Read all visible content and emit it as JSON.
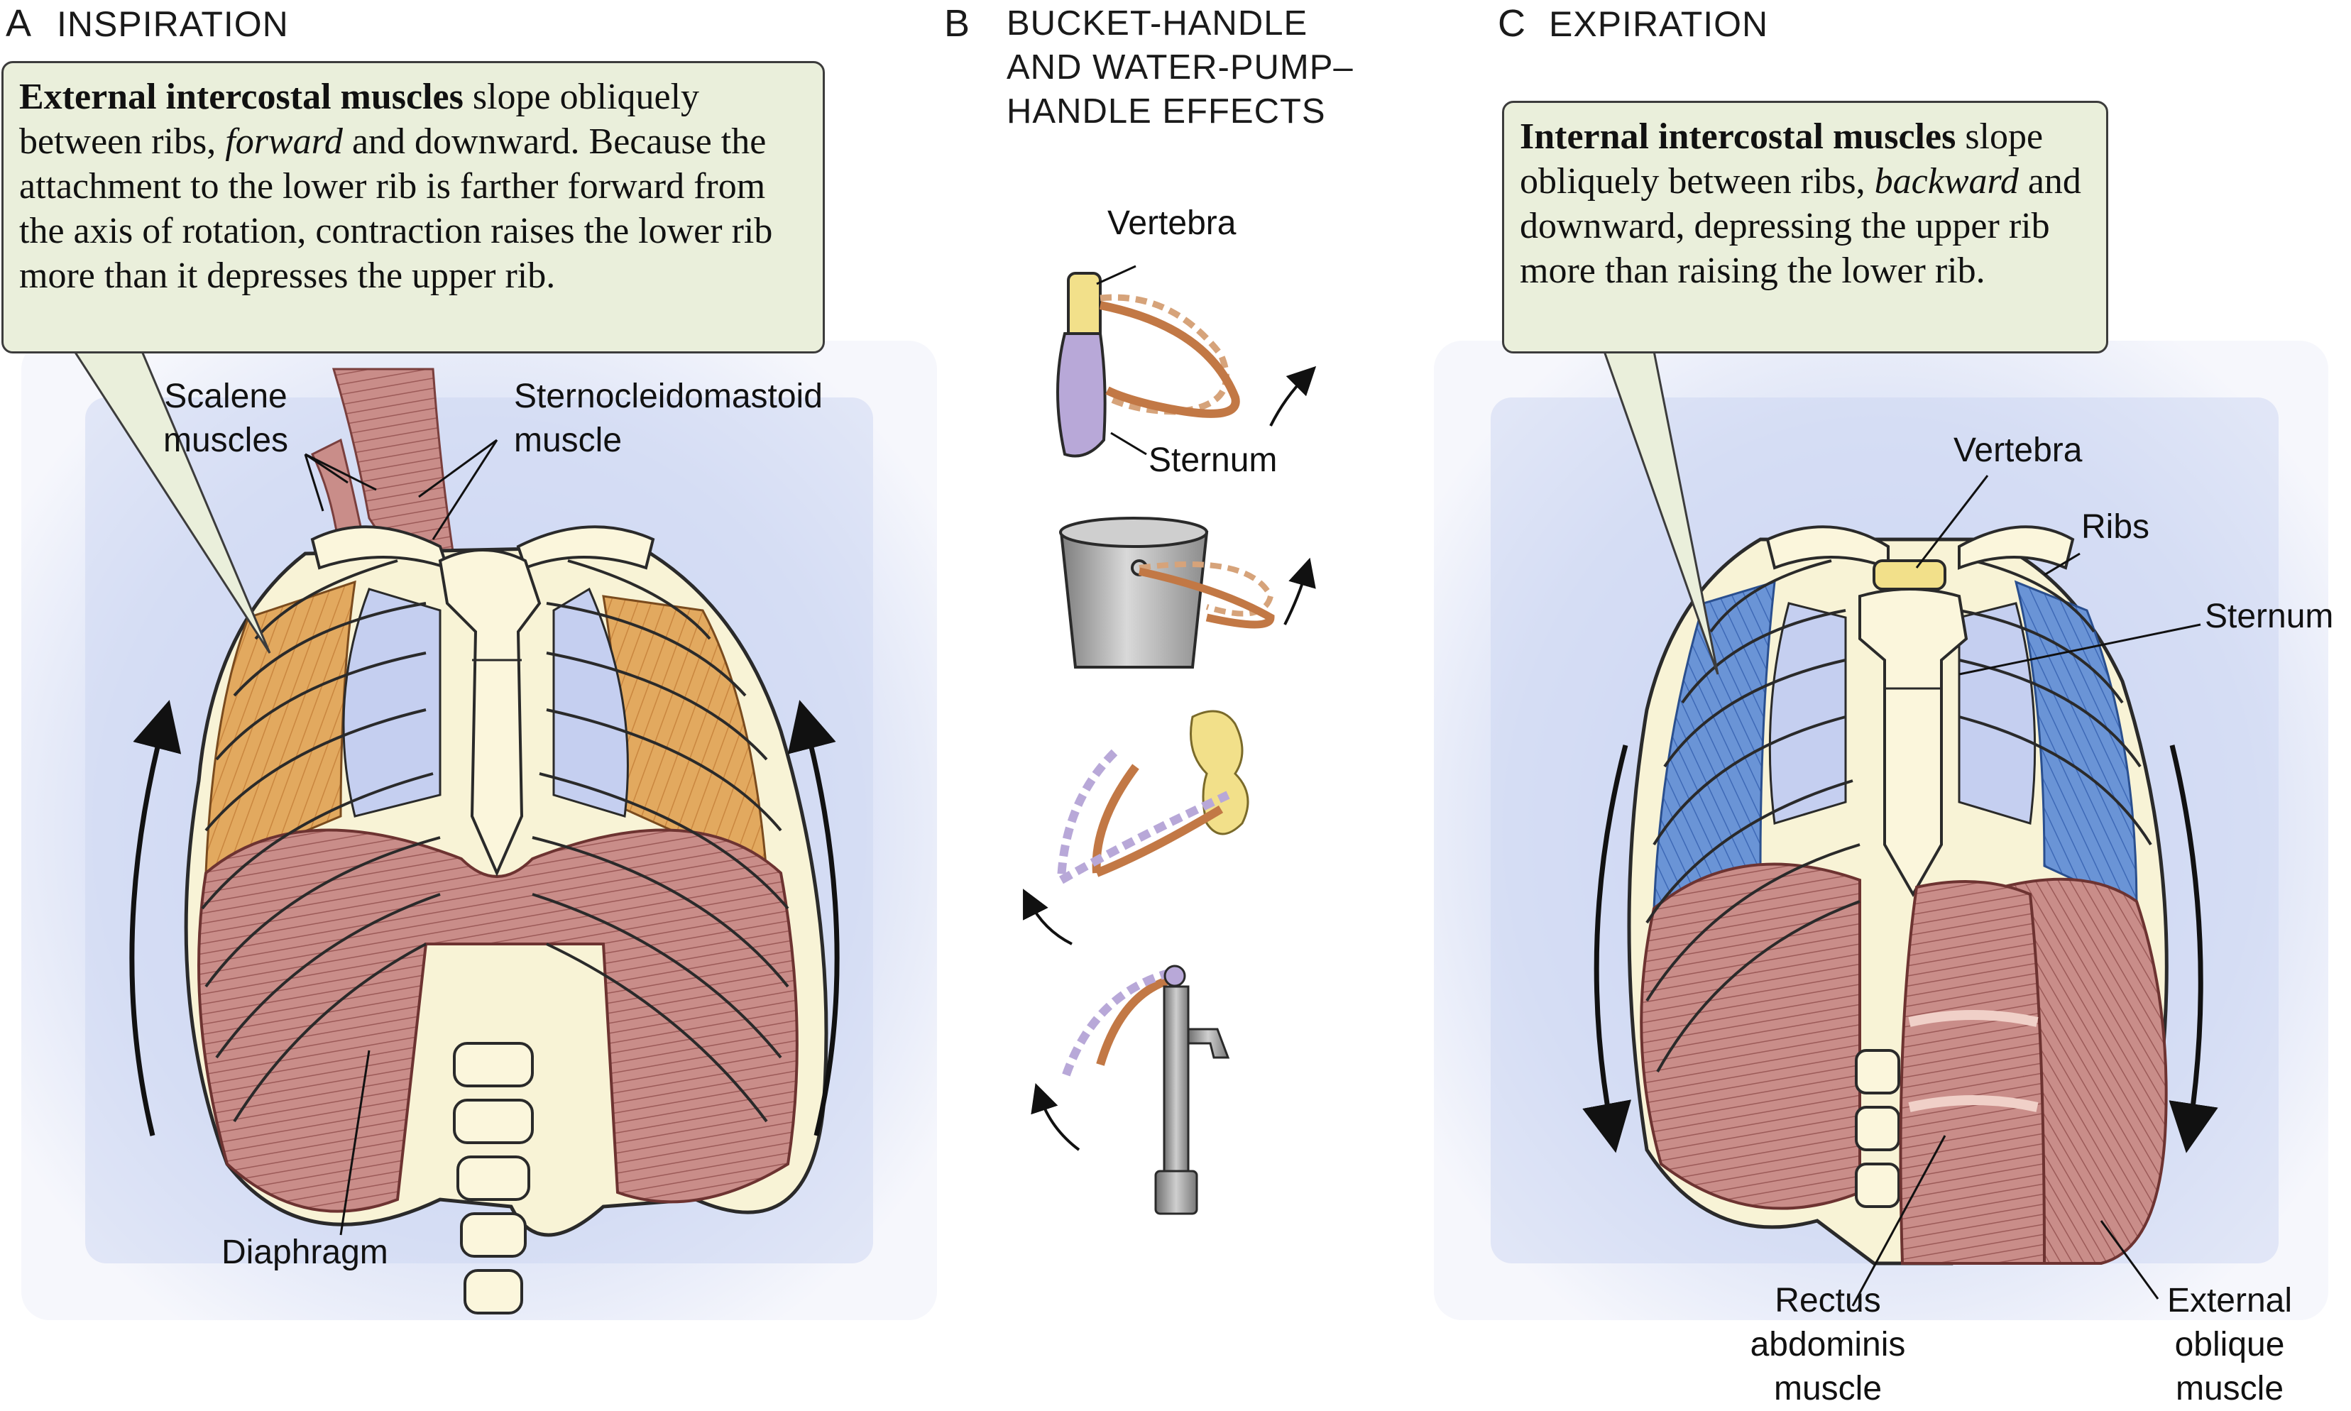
{
  "panels": {
    "a": {
      "letter": "A",
      "title": "INSPIRATION",
      "caption_bold": "External intercostal muscles",
      "caption_pre": " slope obliquely between ribs, ",
      "caption_italic": "forward",
      "caption_post": " and downward. Because the attachment to the lower rib is farther forward from the axis of rotation, contraction raises the lower rib more than it depresses the upper rib.",
      "labels": {
        "scalene_1": "Scalene",
        "scalene_2": "muscles",
        "scm_1": "Sternocleidomastoid",
        "scm_2": "muscle",
        "diaphragm": "Diaphragm"
      }
    },
    "b": {
      "letter": "B",
      "title_1": "BUCKET-HANDLE",
      "title_2": "AND WATER-PUMP–",
      "title_3": "HANDLE  EFFECTS",
      "labels": {
        "vertebra": "Vertebra",
        "sternum": "Sternum"
      }
    },
    "c": {
      "letter": "C",
      "title": "EXPIRATION",
      "caption_bold": "Internal intercostal muscles",
      "caption_pre": " slope obliquely between ribs, ",
      "caption_italic": "backward",
      "caption_post": " and downward, depressing the upper rib more than raising the lower rib.",
      "labels": {
        "vertebra": "Vertebra",
        "ribs": "Ribs",
        "sternum": "Sternum",
        "rectus_1": "Rectus",
        "rectus_2": "abdominis",
        "rectus_3": "muscle",
        "oblique_1": "External",
        "oblique_2": "oblique",
        "oblique_3": "muscle"
      }
    }
  },
  "colors": {
    "bone": "#fbf6dc",
    "bone_outline": "#2a2a2a",
    "external_intercostal": "#e0a55a",
    "internal_intercostal": "#5a86cf",
    "muscle": "#c98a86",
    "muscle_dark": "#a55d5c",
    "glow": "#dde3f6",
    "caption_bg": "#eaefdb",
    "vertebra_purple": "#b8a8d8",
    "bucket_grey": "#b0b0b0",
    "vertebra_yellow": "#f2e08a"
  }
}
